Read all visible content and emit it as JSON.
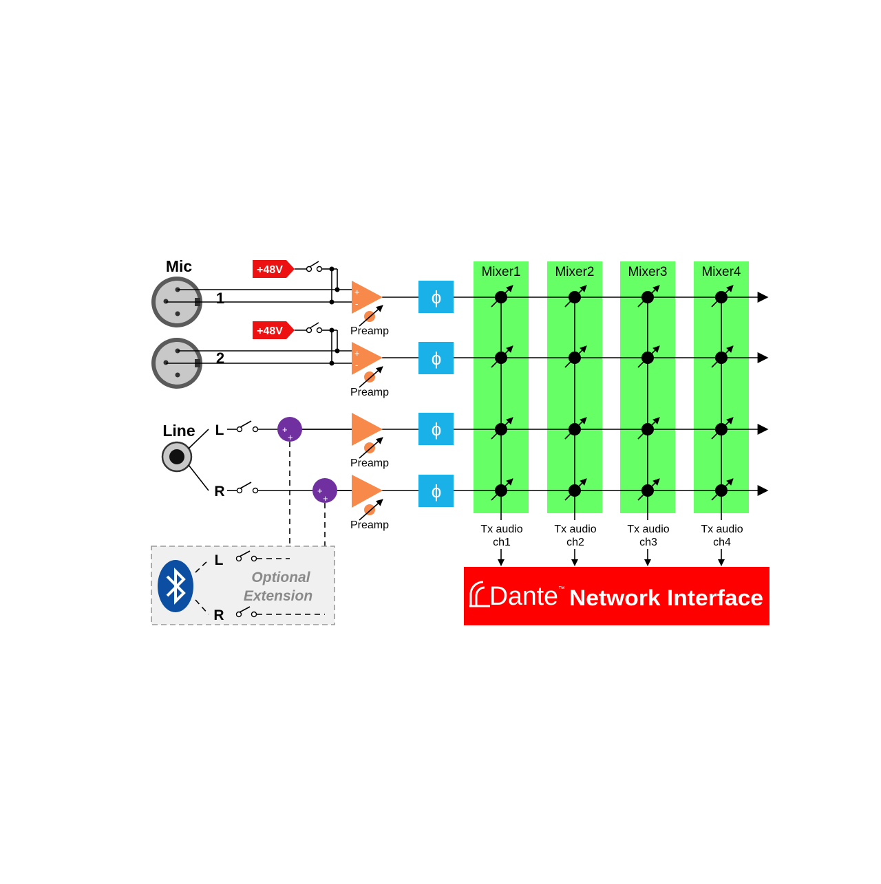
{
  "inputs": {
    "mic_title": "Mic",
    "mic1_label": "1",
    "mic2_label": "2",
    "line_title": "Line",
    "line_left_label": "L",
    "line_right_label": "R",
    "phantom_label": "+48V"
  },
  "preamp_label": "Preamp",
  "phase_symbol": "ϕ",
  "plus_sign": "+",
  "minus_sign": "-",
  "mixers": [
    {
      "title": "Mixer1",
      "tx_line1": "Tx audio",
      "tx_line2": "ch1"
    },
    {
      "title": "Mixer2",
      "tx_line1": "Tx audio",
      "tx_line2": "ch2"
    },
    {
      "title": "Mixer3",
      "tx_line1": "Tx audio",
      "tx_line2": "ch3"
    },
    {
      "title": "Mixer4",
      "tx_line1": "Tx audio",
      "tx_line2": "ch4"
    }
  ],
  "bluetooth": {
    "left_label": "L",
    "right_label": "R",
    "optional_line1": "Optional",
    "optional_line2": "Extension"
  },
  "dante": {
    "brand": "Dante",
    "tm": "™",
    "rest": "Network Interface"
  },
  "colors": {
    "mixer_green": "#66ff66",
    "phase_blue": "#1ab0e8",
    "preamp_orange": "#f7894a",
    "summer_purple": "#7030a0",
    "phantom_red": "#ee1111",
    "dante_red": "#ff0000",
    "bluetooth_blue": "#0b4ea2"
  }
}
